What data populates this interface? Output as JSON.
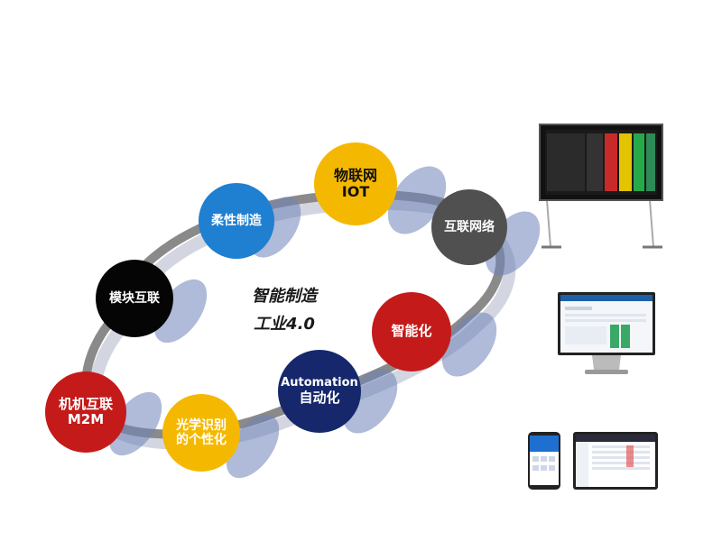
{
  "diagram": {
    "center": {
      "line1": "智能制造",
      "line2": "工业4.0"
    },
    "nodes": [
      {
        "id": "iot",
        "lines": [
          "物联网",
          "IOT"
        ],
        "color": "#f5b800"
      },
      {
        "id": "flex",
        "lines": [
          "柔性制造"
        ],
        "color": "#1f7fd1"
      },
      {
        "id": "network",
        "lines": [
          "互联网络"
        ],
        "color": "#505050"
      },
      {
        "id": "module",
        "lines": [
          "模块互联"
        ],
        "color": "#050505"
      },
      {
        "id": "smart",
        "lines": [
          "智能化"
        ],
        "color": "#c41a1a"
      },
      {
        "id": "automation",
        "lines": [
          "Automation",
          "自动化"
        ],
        "color": "#16286b"
      },
      {
        "id": "m2m",
        "lines": [
          "机机互联",
          "M2M"
        ],
        "color": "#c41a1a"
      },
      {
        "id": "ocr",
        "lines": [
          "光学识别",
          "的个性化"
        ],
        "color": "#f5b800"
      }
    ]
  },
  "devices": [
    {
      "id": "large-display",
      "type": "wall-display-screen"
    },
    {
      "id": "desktop-monitor",
      "type": "desktop-monitor-screen"
    },
    {
      "id": "mobile-phone",
      "type": "phone-screen"
    },
    {
      "id": "tablet",
      "type": "tablet-screen"
    }
  ]
}
